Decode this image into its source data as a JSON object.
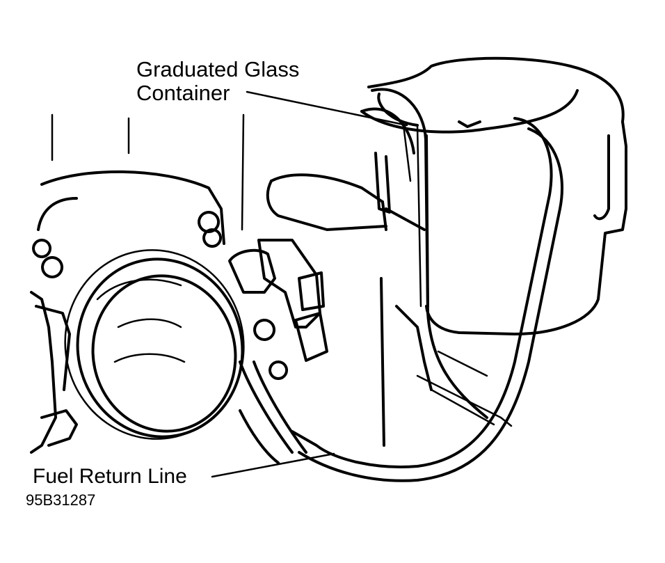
{
  "figure": {
    "labels": {
      "container_line1": "Graduated Glass",
      "container_line2": "Container",
      "fuel_return_line": "Fuel Return Line",
      "figure_code": "95B31287"
    },
    "colors": {
      "ink": "#000000",
      "paper": "#ffffff"
    }
  }
}
